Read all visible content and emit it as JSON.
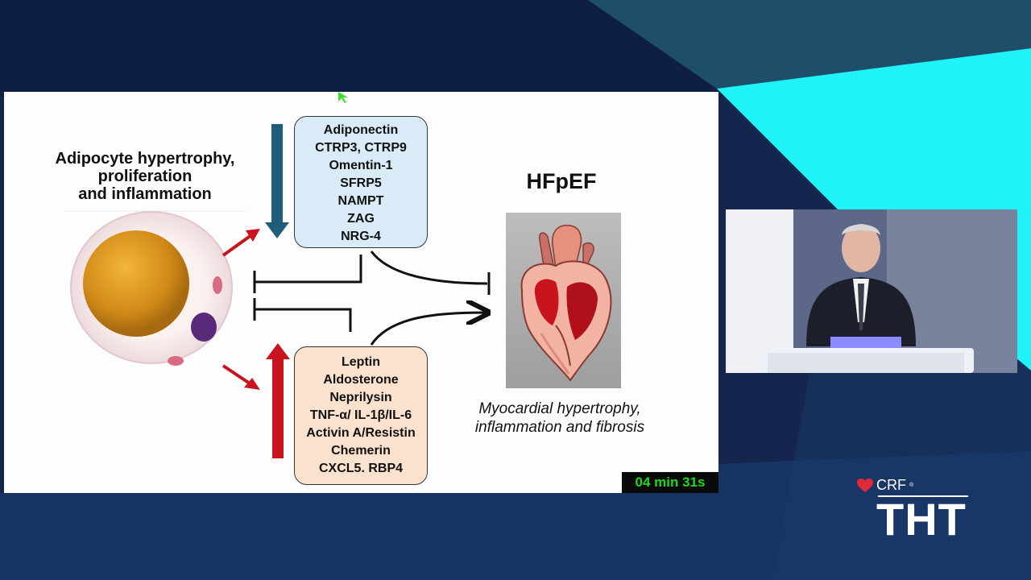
{
  "colors": {
    "background_dark": "#14264d",
    "accent_cyan": "#1ff3f7",
    "arrow_blue": "#1f5d7d",
    "arrow_red": "#c8141c",
    "box_blue": "#d8ebf7",
    "box_peach": "#fbe2cf",
    "timer_green": "#1ed81e"
  },
  "slide": {
    "left_title_lines": [
      "Adipocyte hypertrophy,",
      "proliferation",
      "and inflammation"
    ],
    "protective_factors": [
      "Adiponectin",
      "CTRP3, CTRP9",
      "Omentin-1",
      "SFRP5",
      "NAMPT",
      "ZAG",
      "NRG-4"
    ],
    "harmful_factors": [
      "Leptin",
      "Aldosterone",
      "Neprilysin",
      "TNF-α/ IL-1β/IL-6",
      "Activin A/Resistin",
      "Chemerin",
      "CXCL5. RBP4"
    ],
    "target_title": "HFpEF",
    "target_caption_lines": [
      "Myocardial hypertrophy,",
      "inflammation and fibrosis"
    ],
    "icons": [
      "adipocyte-cell-icon",
      "heart-anatomy-icon",
      "cursor-arrow-icon"
    ]
  },
  "timer": {
    "text": "04 min 31s"
  },
  "logo": {
    "crf": "CRF",
    "reg": "®",
    "tht": "THT"
  }
}
